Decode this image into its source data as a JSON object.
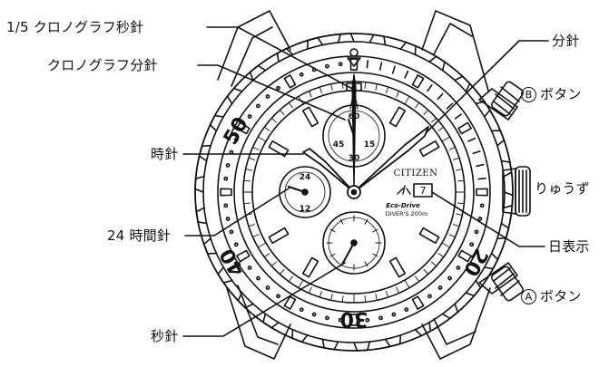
{
  "labels": {
    "chrono_fifth_second": "1/5 クロノグラフ秒針",
    "chrono_minute": "クロノグラフ分針",
    "hour_hand": "時針",
    "hand_24h": "24 時間針",
    "second_hand": "秒針",
    "minute_hand": "分針",
    "button_b_mark": "B",
    "button_b": "ボタン",
    "crown": "りゅうず",
    "date_display": "日表示",
    "button_a_mark": "A",
    "button_a": "ボタン"
  },
  "bezel": {
    "n50": "50",
    "n40": "40",
    "n30": "30",
    "n20": "20"
  },
  "dial": {
    "brand": "CITIZEN",
    "eco": "Eco-Drive",
    "divers": "DIVER'S 200m",
    "date": "7",
    "sub_top": [
      "60",
      "15",
      "30",
      "45"
    ],
    "sub_left": [
      "24",
      "12"
    ]
  }
}
